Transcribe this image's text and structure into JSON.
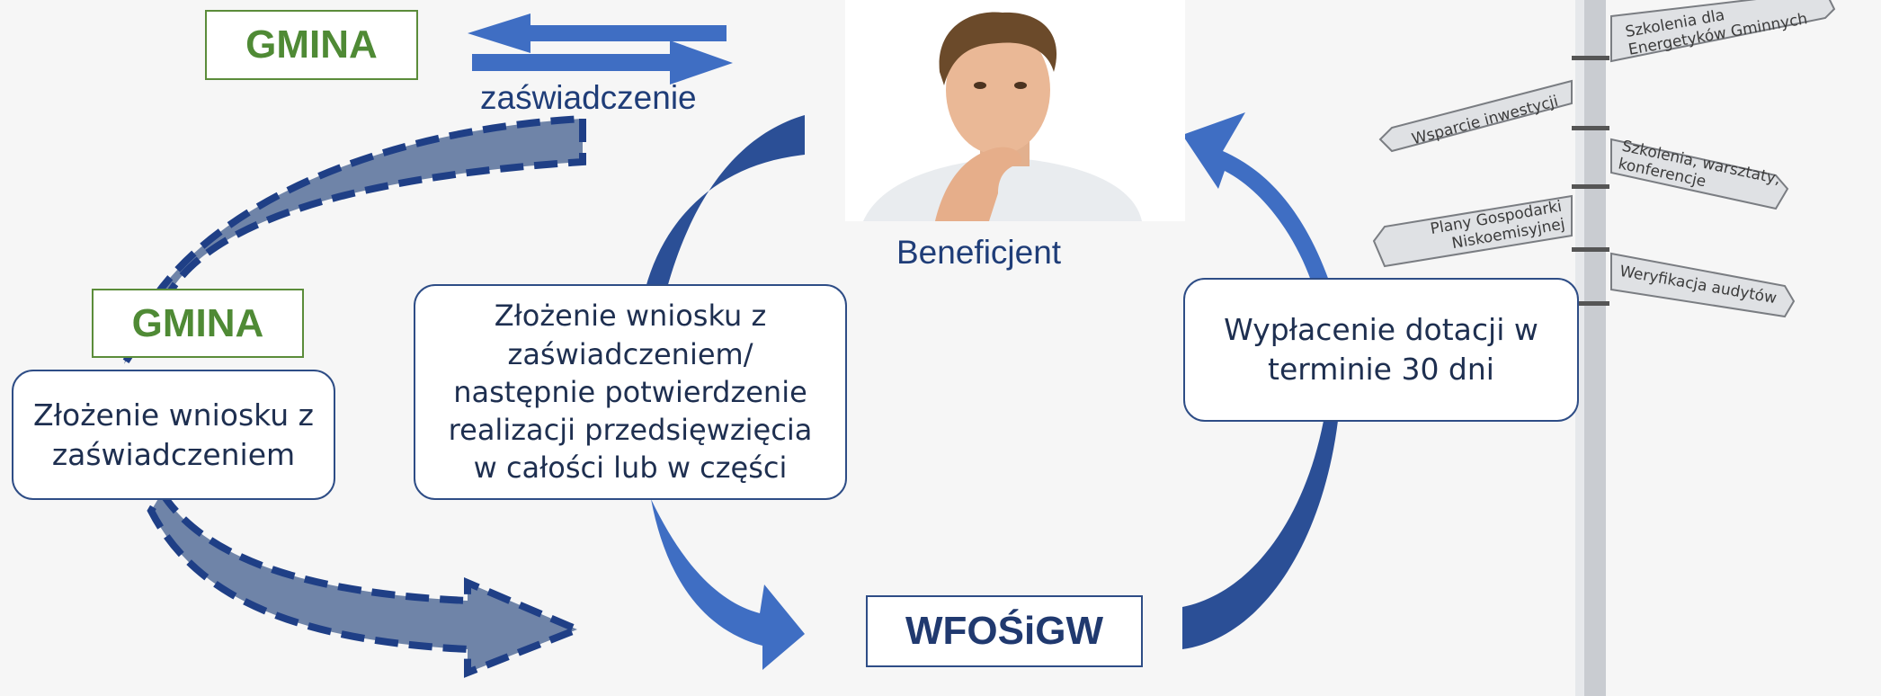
{
  "top_gmina": "GMINA",
  "top_arrow_label": "zaświadczenie",
  "left_gmina": "GMINA",
  "left_bubble": "Złożenie wniosku z zaświadczeniem",
  "middle_bubble": "Złożenie wniosku z zaświadczeniem/ następnie potwierdzenie realizacji przedsięwzięcia w całości lub w części",
  "beneficiary_label": "Beneficjent",
  "right_bubble": "Wypłacenie dotacji w terminie 30 dni",
  "wfos_label": "WFOŚiGW",
  "signpost": {
    "sign1": "Szkolenia dla Energetyków Gminnych",
    "sign2": "Wsparcie inwestycji",
    "sign3": "Szkolenia, warsztaty, konferencje",
    "sign4": "Plany Gospodarki Niskoemisyjnej",
    "sign5": "Weryfikacja audytów"
  },
  "colors": {
    "arrow_blue": "#3f6ec3",
    "arrow_dark": "#2b4f96",
    "gray_arrow_fill": "#6f84a8",
    "gmina_green": "#4f8a35",
    "bubble_border": "#2e4d86"
  },
  "icons": [
    "person-photo",
    "signpost-image"
  ]
}
